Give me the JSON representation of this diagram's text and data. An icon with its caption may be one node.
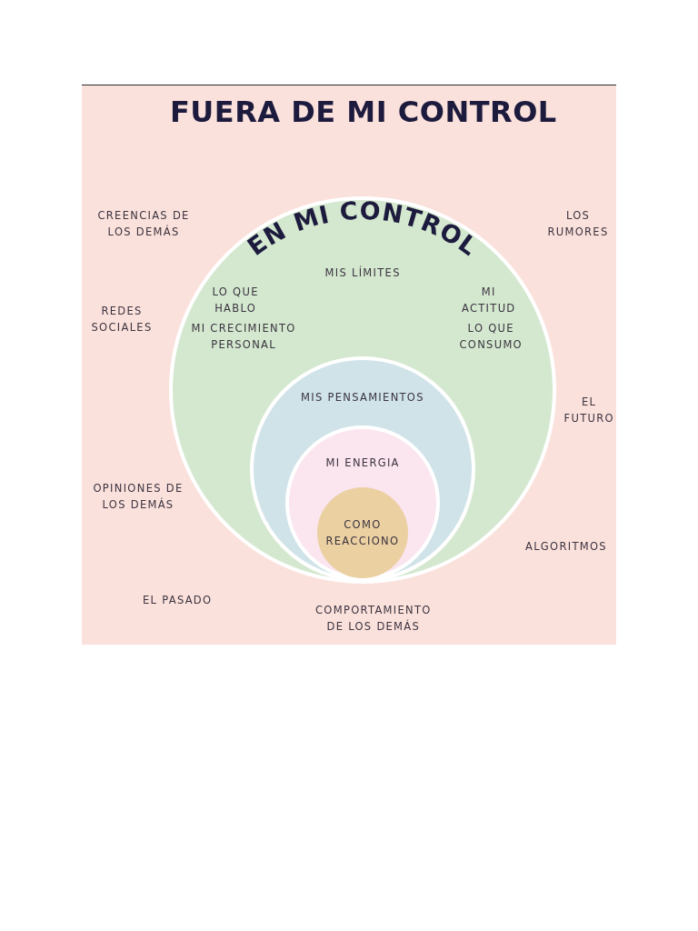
{
  "diagram": {
    "title": "FUERA DE MI CONTROL",
    "nodes": [
      {
        "text": [
          "EN MI CONTROL",
          "MIS LÍMITES",
          "LO QUE HABLO",
          "MI ACTITUD",
          "MI CRECIMIENTO PERSONAL",
          "LO QUE CONSUMO"
        ]
      },
      {
        "text": [
          "MIS PENSAMIENTOS"
        ],
        "in": 0
      },
      {
        "text": [
          "MI ENERGIA"
        ],
        "in": 1
      },
      {
        "text": [
          "COMO REACCIONO"
        ],
        "in": 2
      }
    ],
    "labels": [
      "CREENCIAS DE LOS DEMÁS",
      "LOS RUMORES",
      "REDES SOCIALES",
      "EL FUTURO",
      "OPINIONES DE LOS DEMÁS",
      "ALGORITMOS",
      "EL PASADO",
      "COMPORTAMIENTO DE LOS DEMÁS"
    ]
  }
}
